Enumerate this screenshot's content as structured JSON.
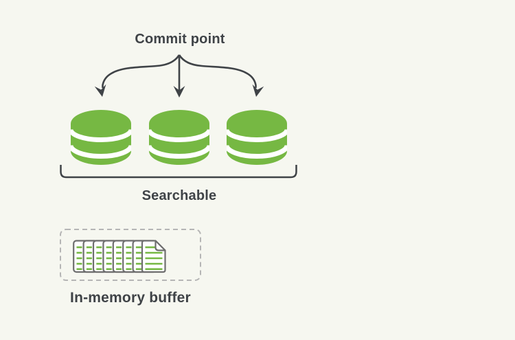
{
  "colors": {
    "bg": "#F6F7F0",
    "ink": "#3F4347",
    "green": "#76B843",
    "page_fill": "#FFFFFF",
    "page_border": "#6E6E6E",
    "dash_border": "#B5B5B5"
  },
  "labels": {
    "commit_point": "Commit point",
    "searchable": "Searchable",
    "in_memory_buffer": "In-memory buffer"
  },
  "diagram": {
    "segment_count": 3,
    "buffer_page_count": 8,
    "icons": {
      "segment": "database-cylinder-icon",
      "buffer": "document-stack-icon",
      "arrows": "fan-out-arrows",
      "group": "searchable-bracket"
    }
  }
}
